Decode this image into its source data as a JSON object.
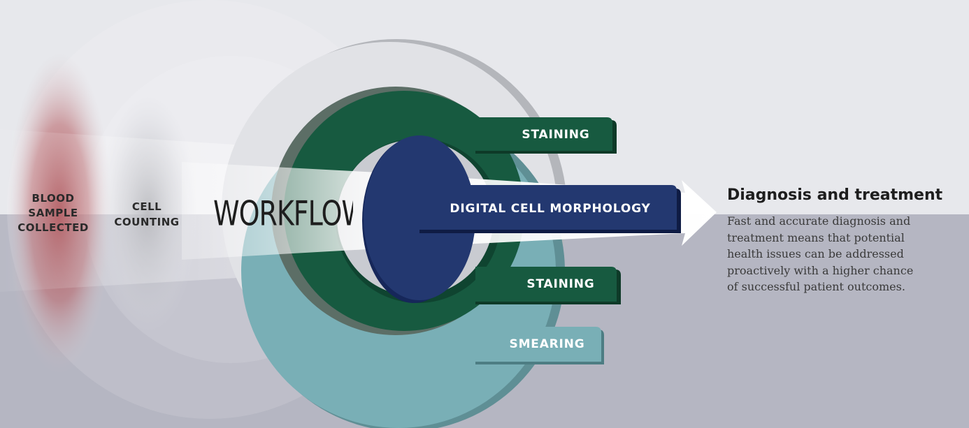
{
  "steps": {
    "blood_sample": "BLOOD SAMPLE COLLECTED",
    "cell_counting": "CELL COUNTING",
    "workflow": "WORKFLOW",
    "staining_top": "STAINING",
    "digital_cell_morphology": "DIGITAL CELL MORPHOLOGY",
    "staining_bottom": "STAINING",
    "smearing": "SMEARING"
  },
  "outcome": {
    "title": "Diagnosis and treatment",
    "description": "Fast and accurate diagnosis and treatment means that potential health issues can be addressed proactively with a higher chance of successful patient outcomes."
  },
  "colors": {
    "background_top": "#e7e8ec",
    "background_bottom": "#b5b6c2",
    "dark_green": "#175a40",
    "teal": "#79afb6",
    "navy": "#233870",
    "blood_red": "#a8484e"
  }
}
